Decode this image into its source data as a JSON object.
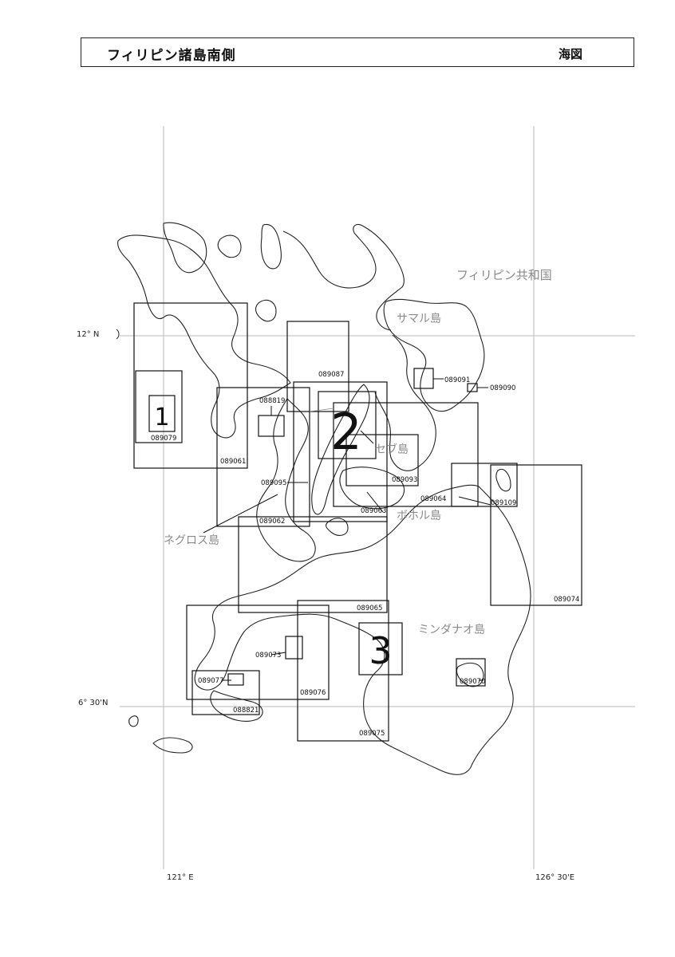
{
  "header": {
    "title": "フィリピン諸島南側",
    "category": "海図"
  },
  "coords": {
    "lat_top": "12° N",
    "lat_bottom": "6° 30'N",
    "lon_left": "121° E",
    "lon_right": "126° 30'E"
  },
  "places": {
    "country": "フィリピン共和国",
    "samar": "サマル島",
    "cebu": "セブ島",
    "bohol": "ボホル島",
    "negros": "ネグロス島",
    "mindanao": "ミンダナオ島"
  },
  "areas": {
    "area1": "1",
    "area2": "2",
    "area3": "3"
  },
  "charts": {
    "c089079": "089079",
    "c089061": "089061",
    "c089087": "089087",
    "c088819": "088819",
    "c089091": "089091",
    "c089090": "089090",
    "c089095": "089095",
    "c089093": "089093",
    "c089064": "089064",
    "c089109": "089109",
    "c089063": "089063",
    "c089062": "089062",
    "c089065": "089065",
    "c089074": "089074",
    "c089073": "089073",
    "c089076": "089076",
    "c089077": "089077",
    "c089070": "089070",
    "c088821": "088821",
    "c089075": "089075"
  }
}
